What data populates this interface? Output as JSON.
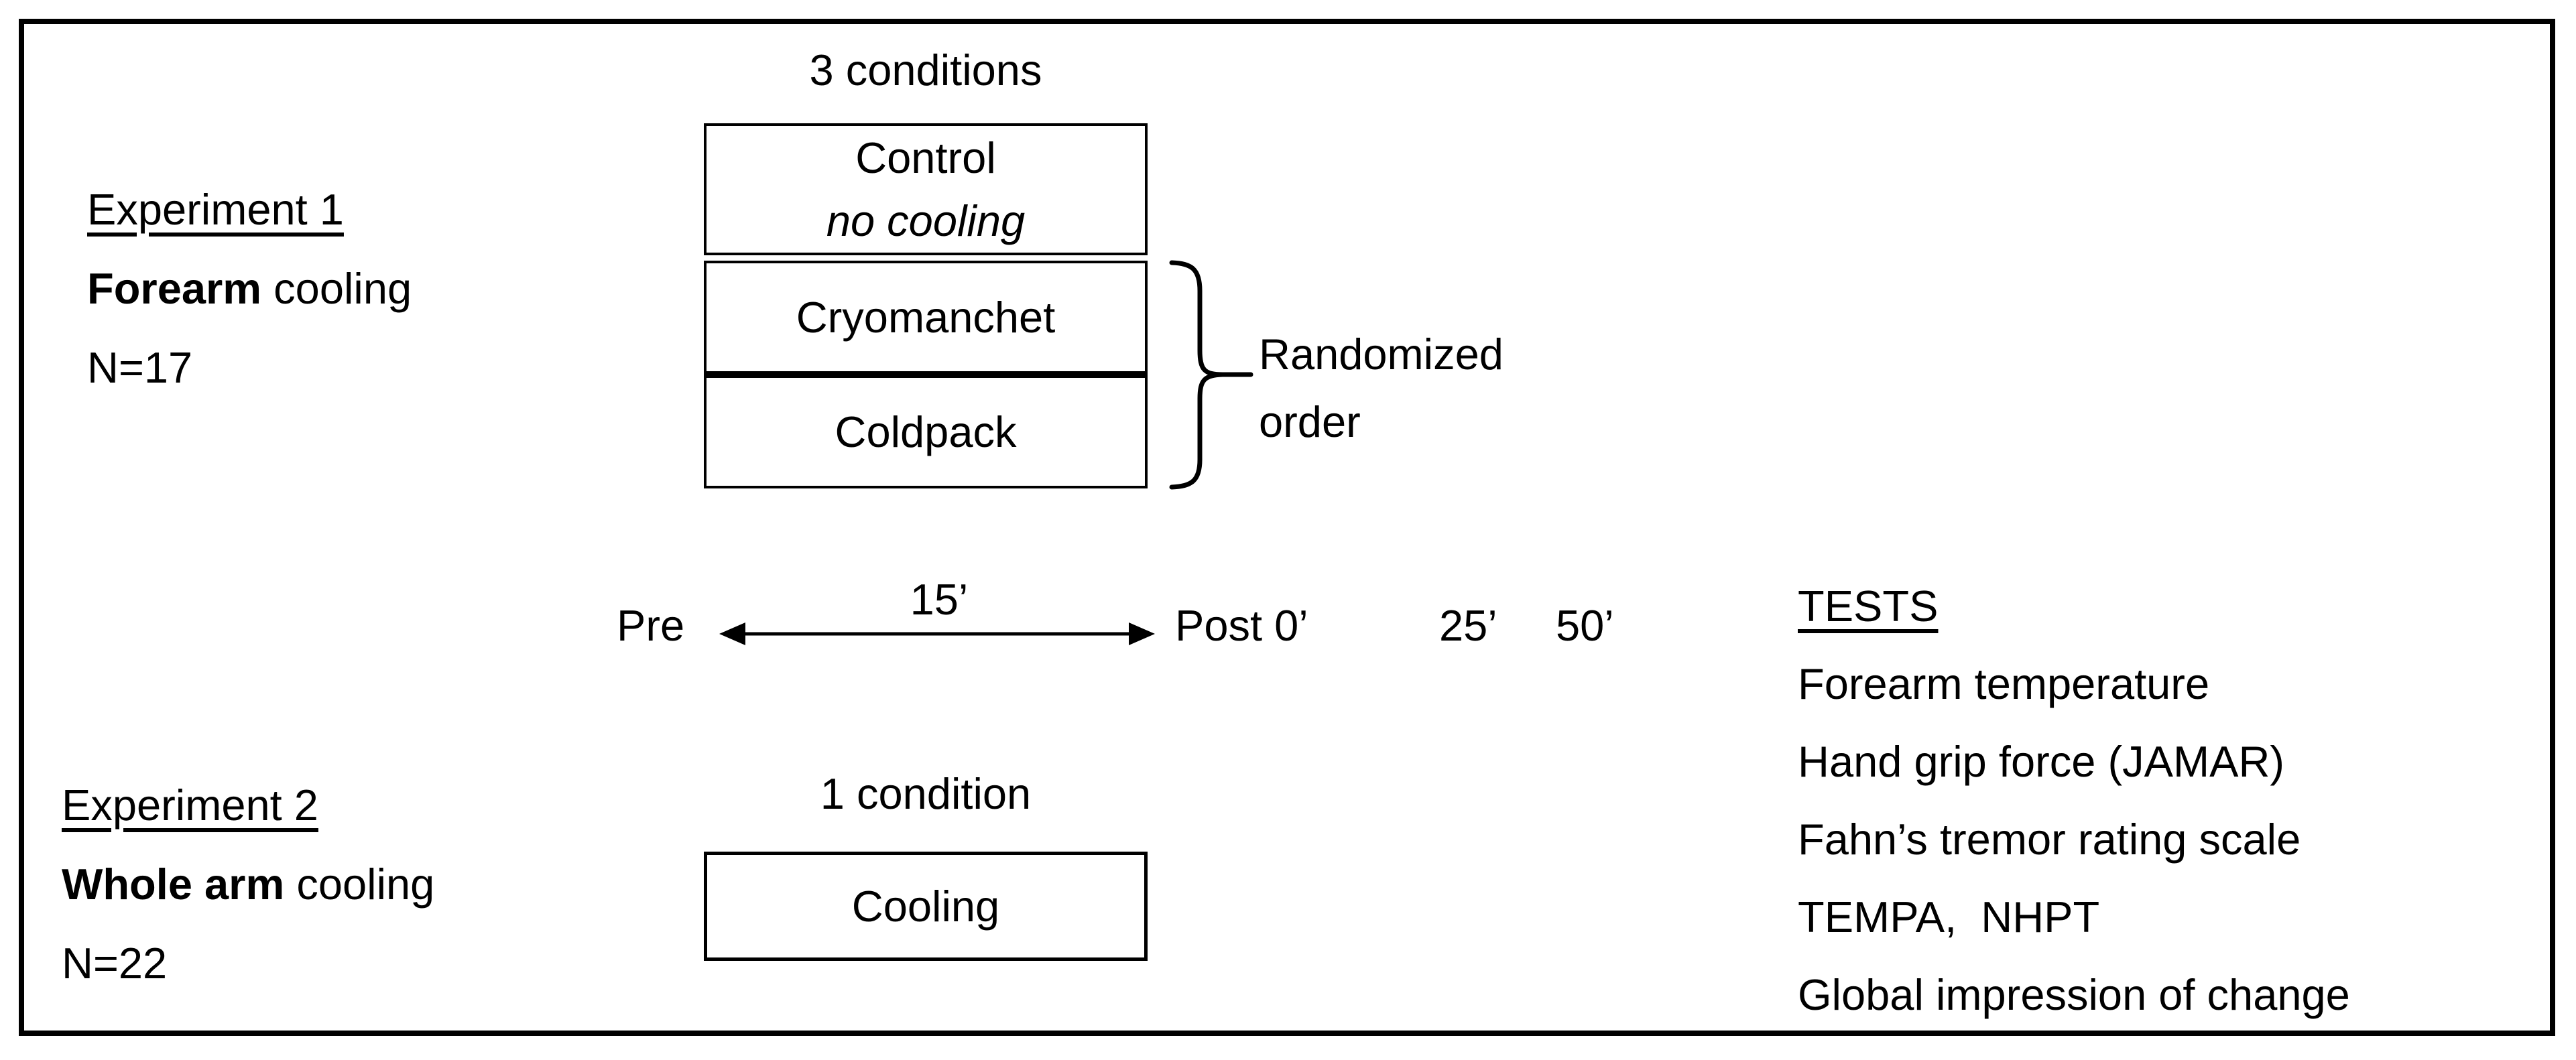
{
  "colors": {
    "ink": "#000000",
    "paper": "#ffffff"
  },
  "experiment1": {
    "title": "Experiment 1",
    "subject_bold": "Forearm",
    "subject_rest": " cooling",
    "sample_size": "N=17"
  },
  "experiment2": {
    "title": "Experiment 2",
    "subject_bold": "Whole arm",
    "subject_rest": " cooling",
    "sample_size": "N=22"
  },
  "conditions_experiment1": {
    "header": "3 conditions",
    "control": {
      "line1": "Control",
      "line2": "no cooling"
    },
    "randomized": {
      "row1": "Cryomanchet",
      "row2": "Coldpack"
    },
    "brace_label": {
      "line1": "Randomized",
      "line2": "order"
    }
  },
  "conditions_experiment2": {
    "header": "1 condition",
    "box_label": "Cooling"
  },
  "timeline": {
    "pre": "Pre",
    "interval": "15’",
    "post": "Post 0’",
    "t25": "25’",
    "t50": "50’"
  },
  "tests": {
    "header": "TESTS",
    "items": [
      "Forearm temperature",
      "Hand grip force (JAMAR)",
      "Fahn’s tremor rating scale",
      "TEMPA,  NHPT",
      "Global impression of change"
    ]
  }
}
